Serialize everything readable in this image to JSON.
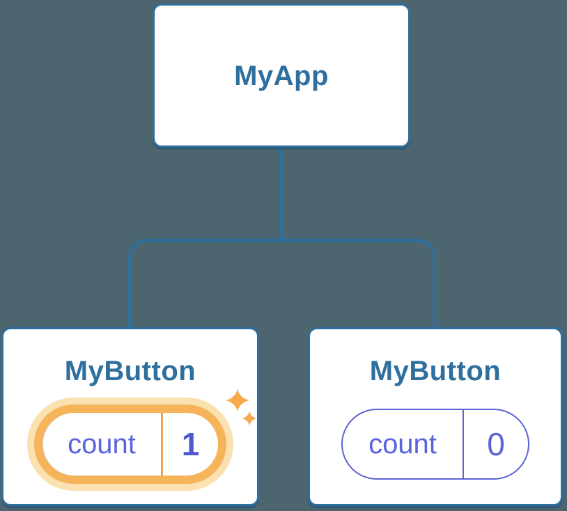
{
  "tree": {
    "root": {
      "label": "MyApp"
    },
    "children": [
      {
        "label": "MyButton",
        "state": {
          "name": "count",
          "value": "1"
        },
        "highlighted": true
      },
      {
        "label": "MyButton",
        "state": {
          "name": "count",
          "value": "0"
        },
        "highlighted": false
      }
    ]
  },
  "colors": {
    "background": "#4d656e",
    "card_background": "#ffffff",
    "card_border": "#2e6f9d",
    "heading_text": "#2e6f9e",
    "connector_line": "#2e6f9d",
    "state_name_text": "#5c64dd",
    "state_value_highlight": "#4f58cf",
    "state_pill_border": "#5b63d6",
    "highlight_ring": "#f6b45a",
    "highlight_halo": "#fbe0b0",
    "highlight_divider": "#eda54f",
    "sparkle": "#f5ab4a"
  }
}
